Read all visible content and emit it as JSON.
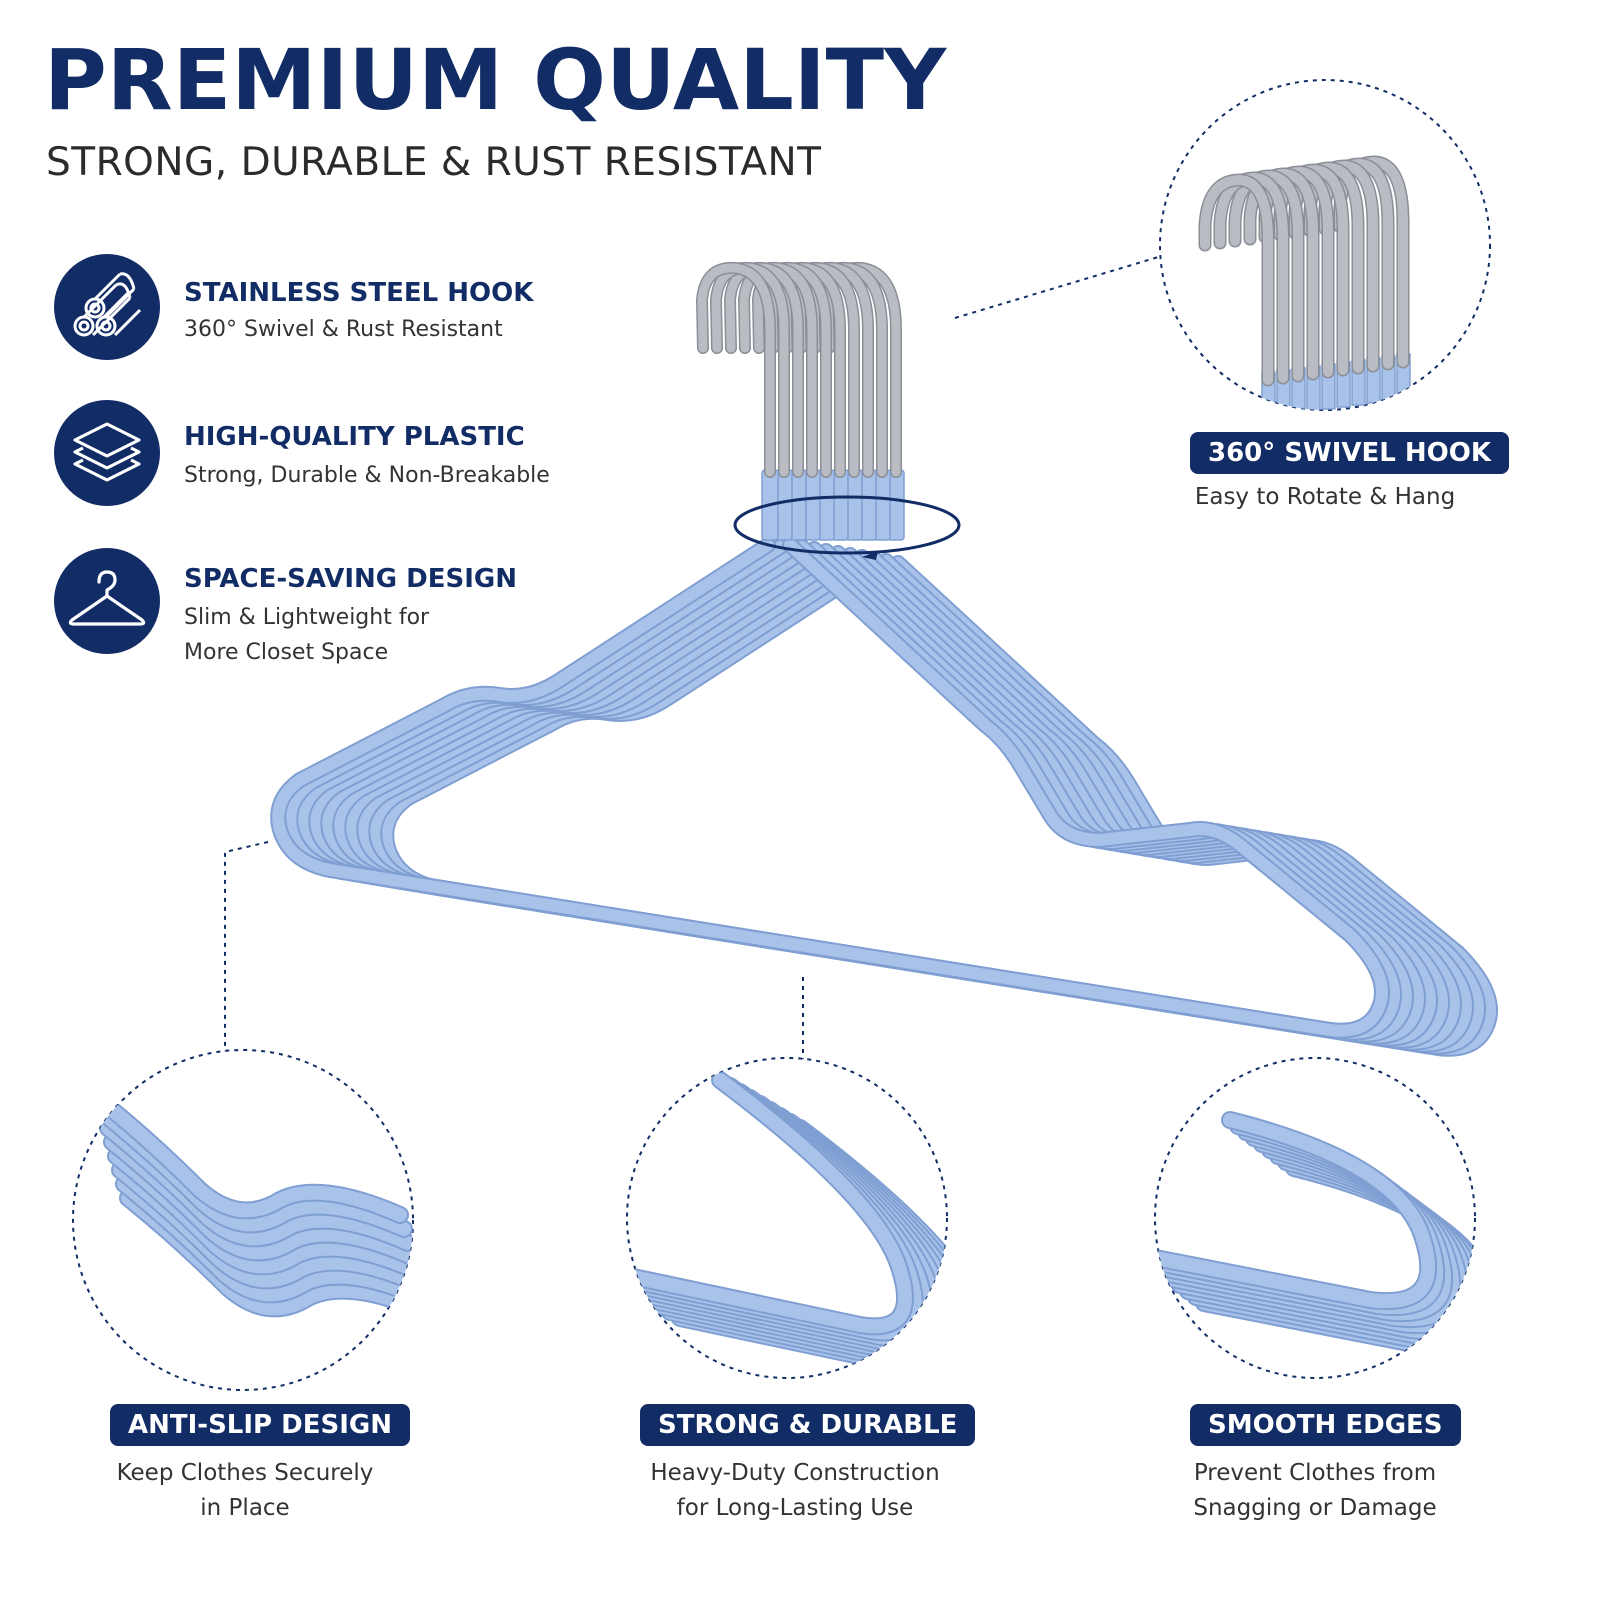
{
  "header": {
    "title": "PREMIUM QUALITY",
    "subtitle": "STRONG, DURABLE & RUST RESISTANT"
  },
  "features": [
    {
      "icon": "steel-rods-icon",
      "title": "STAINLESS STEEL HOOK",
      "lines": [
        "360° Swivel & Rust Resistant"
      ]
    },
    {
      "icon": "layers-icon",
      "title": "HIGH-QUALITY PLASTIC",
      "lines": [
        "Strong, Durable & Non-Breakable"
      ]
    },
    {
      "icon": "hanger-icon",
      "title": "SPACE-SAVING DESIGN",
      "lines": [
        "Slim & Lightweight for",
        "More Closet Space"
      ]
    }
  ],
  "callouts": {
    "swivel": {
      "badge": "360° SWIVEL HOOK",
      "lines": [
        "Easy to Rotate & Hang"
      ]
    },
    "antislip": {
      "badge": "ANTI-SLIP DESIGN",
      "lines": [
        "Keep Clothes Securely",
        "in Place"
      ]
    },
    "strong": {
      "badge": "STRONG & DURABLE",
      "lines": [
        "Heavy-Duty Construction",
        "for Long-Lasting Use"
      ]
    },
    "smooth": {
      "badge": "SMOOTH EDGES",
      "lines": [
        "Prevent Clothes from",
        "Snagging or Damage"
      ]
    }
  },
  "colors": {
    "navy": "#122c66",
    "hanger_blue": "#a9c2ea",
    "hanger_edge": "#7f9fd2",
    "steel": "#b9bcc2",
    "text": "#333333"
  }
}
